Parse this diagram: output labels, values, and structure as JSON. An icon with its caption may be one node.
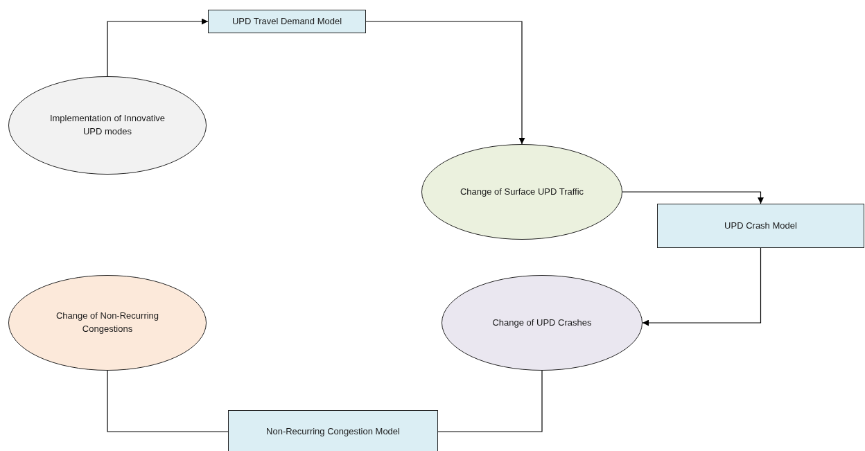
{
  "diagram": {
    "nodes": [
      {
        "text": [
          "Implementation of Innovative UPD modes"
        ]
      },
      {
        "text": [
          "UPD Travel Demand Model"
        ]
      },
      {
        "text": [
          "Change of Surface UPD Traffic"
        ]
      },
      {
        "text": [
          "UPD Crash Model"
        ]
      },
      {
        "text": [
          "Change of UPD Crashes"
        ]
      },
      {
        "text": [
          "Change of Non-Recurring Congestions"
        ]
      },
      {
        "text": [
          "Non-Recurring Congestion Model"
        ]
      }
    ],
    "edges": [
      {
        "from": 0,
        "to": 1,
        "arrow": "to"
      },
      {
        "from": 1,
        "to": 2,
        "arrow": "to"
      },
      {
        "from": 2,
        "to": 3,
        "arrow": "to"
      },
      {
        "from": 3,
        "to": 4,
        "arrow": "to"
      },
      {
        "from": 4,
        "to": 6,
        "arrow": "none"
      },
      {
        "from": 6,
        "to": 5,
        "arrow": "none"
      }
    ]
  }
}
